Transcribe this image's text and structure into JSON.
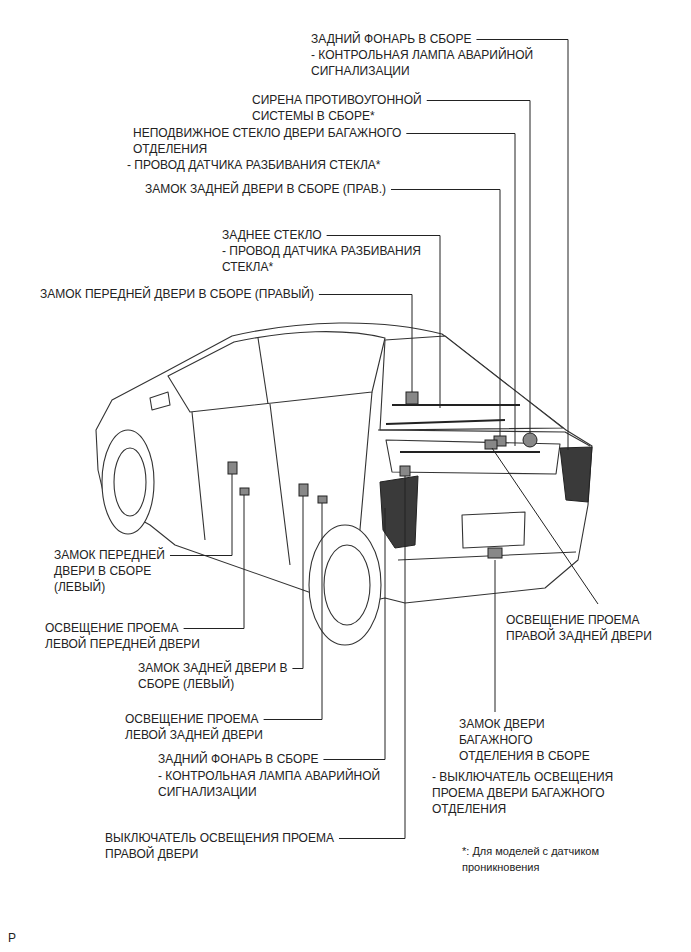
{
  "diagram": {
    "labels": [
      "ЗАДНИЙ ФОНАРЬ В СБОРЕ",
      "- КОНТРОЛЬНАЯ ЛАМПА АВАРИЙНОЙ СИГНАЛИЗАЦИИ",
      "СИРЕНА ПРОТИВОУГОННОЙ СИСТЕМЫ В СБОРЕ*",
      "НЕПОДВИЖНОЕ СТЕКЛО ДВЕРИ БАГАЖНОГО ОТДЕЛЕНИЯ",
      "- ПРОВОД ДАТЧИКА РАЗБИВАНИЯ СТЕКЛА*",
      "ЗАМОК ЗАДНЕЙ ДВЕРИ В СБОРЕ (ПРАВ.)",
      "ЗАДНЕЕ СТЕКЛО",
      "- ПРОВОД ДАТЧИКА РАЗБИВАНИЯ СТЕКЛА*",
      "ЗАМОК ПЕРЕДНЕЙ ДВЕРИ В СБОРЕ (ПРАВЫЙ)",
      "ЗАМОК ПЕРЕДНЕЙ ДВЕРИ В СБОРЕ (ЛЕВЫЙ)",
      "ОСВЕЩЕНИЕ ПРОЕМА ЛЕВОЙ ПЕРЕДНЕЙ ДВЕРИ",
      "ЗАМОК ЗАДНЕЙ ДВЕРИ В СБОРЕ (ЛЕВЫЙ)",
      "ОСВЕЩЕНИЕ ПРОЕМА ЛЕВОЙ ЗАДНЕЙ ДВЕРИ",
      "ЗАДНИЙ ФОНАРЬ В СБОРЕ",
      "- КОНТРОЛЬНАЯ ЛАМПА АВАРИЙНОЙ СИГНАЛИЗАЦИИ",
      "ВЫКЛЮЧАТЕЛЬ ОСВЕЩЕНИЯ ПРОЕМА ПРАВОЙ ДВЕРИ",
      "ОСВЕЩЕНИЕ ПРОЕМА ПРАВОЙ ЗАДНЕЙ ДВЕРИ",
      "ЗАМОК ДВЕРИ БАГАЖНОГО ОТДЕЛЕНИЯ В СБОРЕ",
      "- ВЫКЛЮЧАТЕЛЬ ОСВЕЩЕНИЯ ПРОЕМА ДВЕРИ БАГАЖНОГО ОТДЕЛЕНИЯ",
      "*: Для моделей с датчиком проникновения",
      "P"
    ]
  }
}
